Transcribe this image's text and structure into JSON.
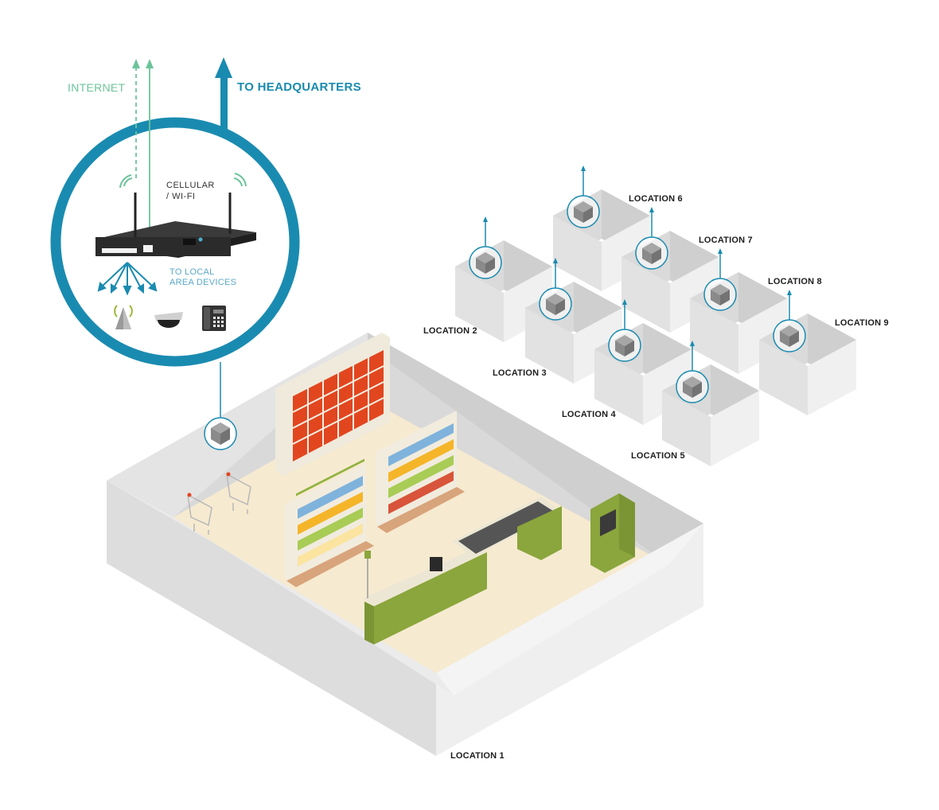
{
  "diagram": {
    "title": "Multi-location retail network diagram",
    "colors": {
      "hq_blue": "#1a8bb0",
      "internet_green": "#6cc49a",
      "wall_light": "#ececec",
      "wall_mid": "#dcdcdc",
      "floor": "#f7ebcf",
      "counter_green": "#8aa63c",
      "locker_red": "#e2461f"
    },
    "uplinks": {
      "internet_label": "INTERNET",
      "hq_label": "TO HEADQUARTERS"
    },
    "router_callout": {
      "radio_label_line1": "CELLULAR",
      "radio_label_line2": "/ WI-FI",
      "local_label_line1": "TO LOCAL",
      "local_label_line2": "AREA DEVICES",
      "devices": [
        "wifi-access-point-icon",
        "security-camera-icon",
        "desk-phone-icon"
      ]
    },
    "locations": [
      {
        "id": 1,
        "label": "LOCATION 1"
      },
      {
        "id": 2,
        "label": "LOCATION 2"
      },
      {
        "id": 3,
        "label": "LOCATION 3"
      },
      {
        "id": 4,
        "label": "LOCATION 4"
      },
      {
        "id": 5,
        "label": "LOCATION 5"
      },
      {
        "id": 6,
        "label": "LOCATION 6"
      },
      {
        "id": 7,
        "label": "LOCATION 7"
      },
      {
        "id": 8,
        "label": "LOCATION 8"
      },
      {
        "id": 9,
        "label": "LOCATION 9"
      }
    ]
  }
}
